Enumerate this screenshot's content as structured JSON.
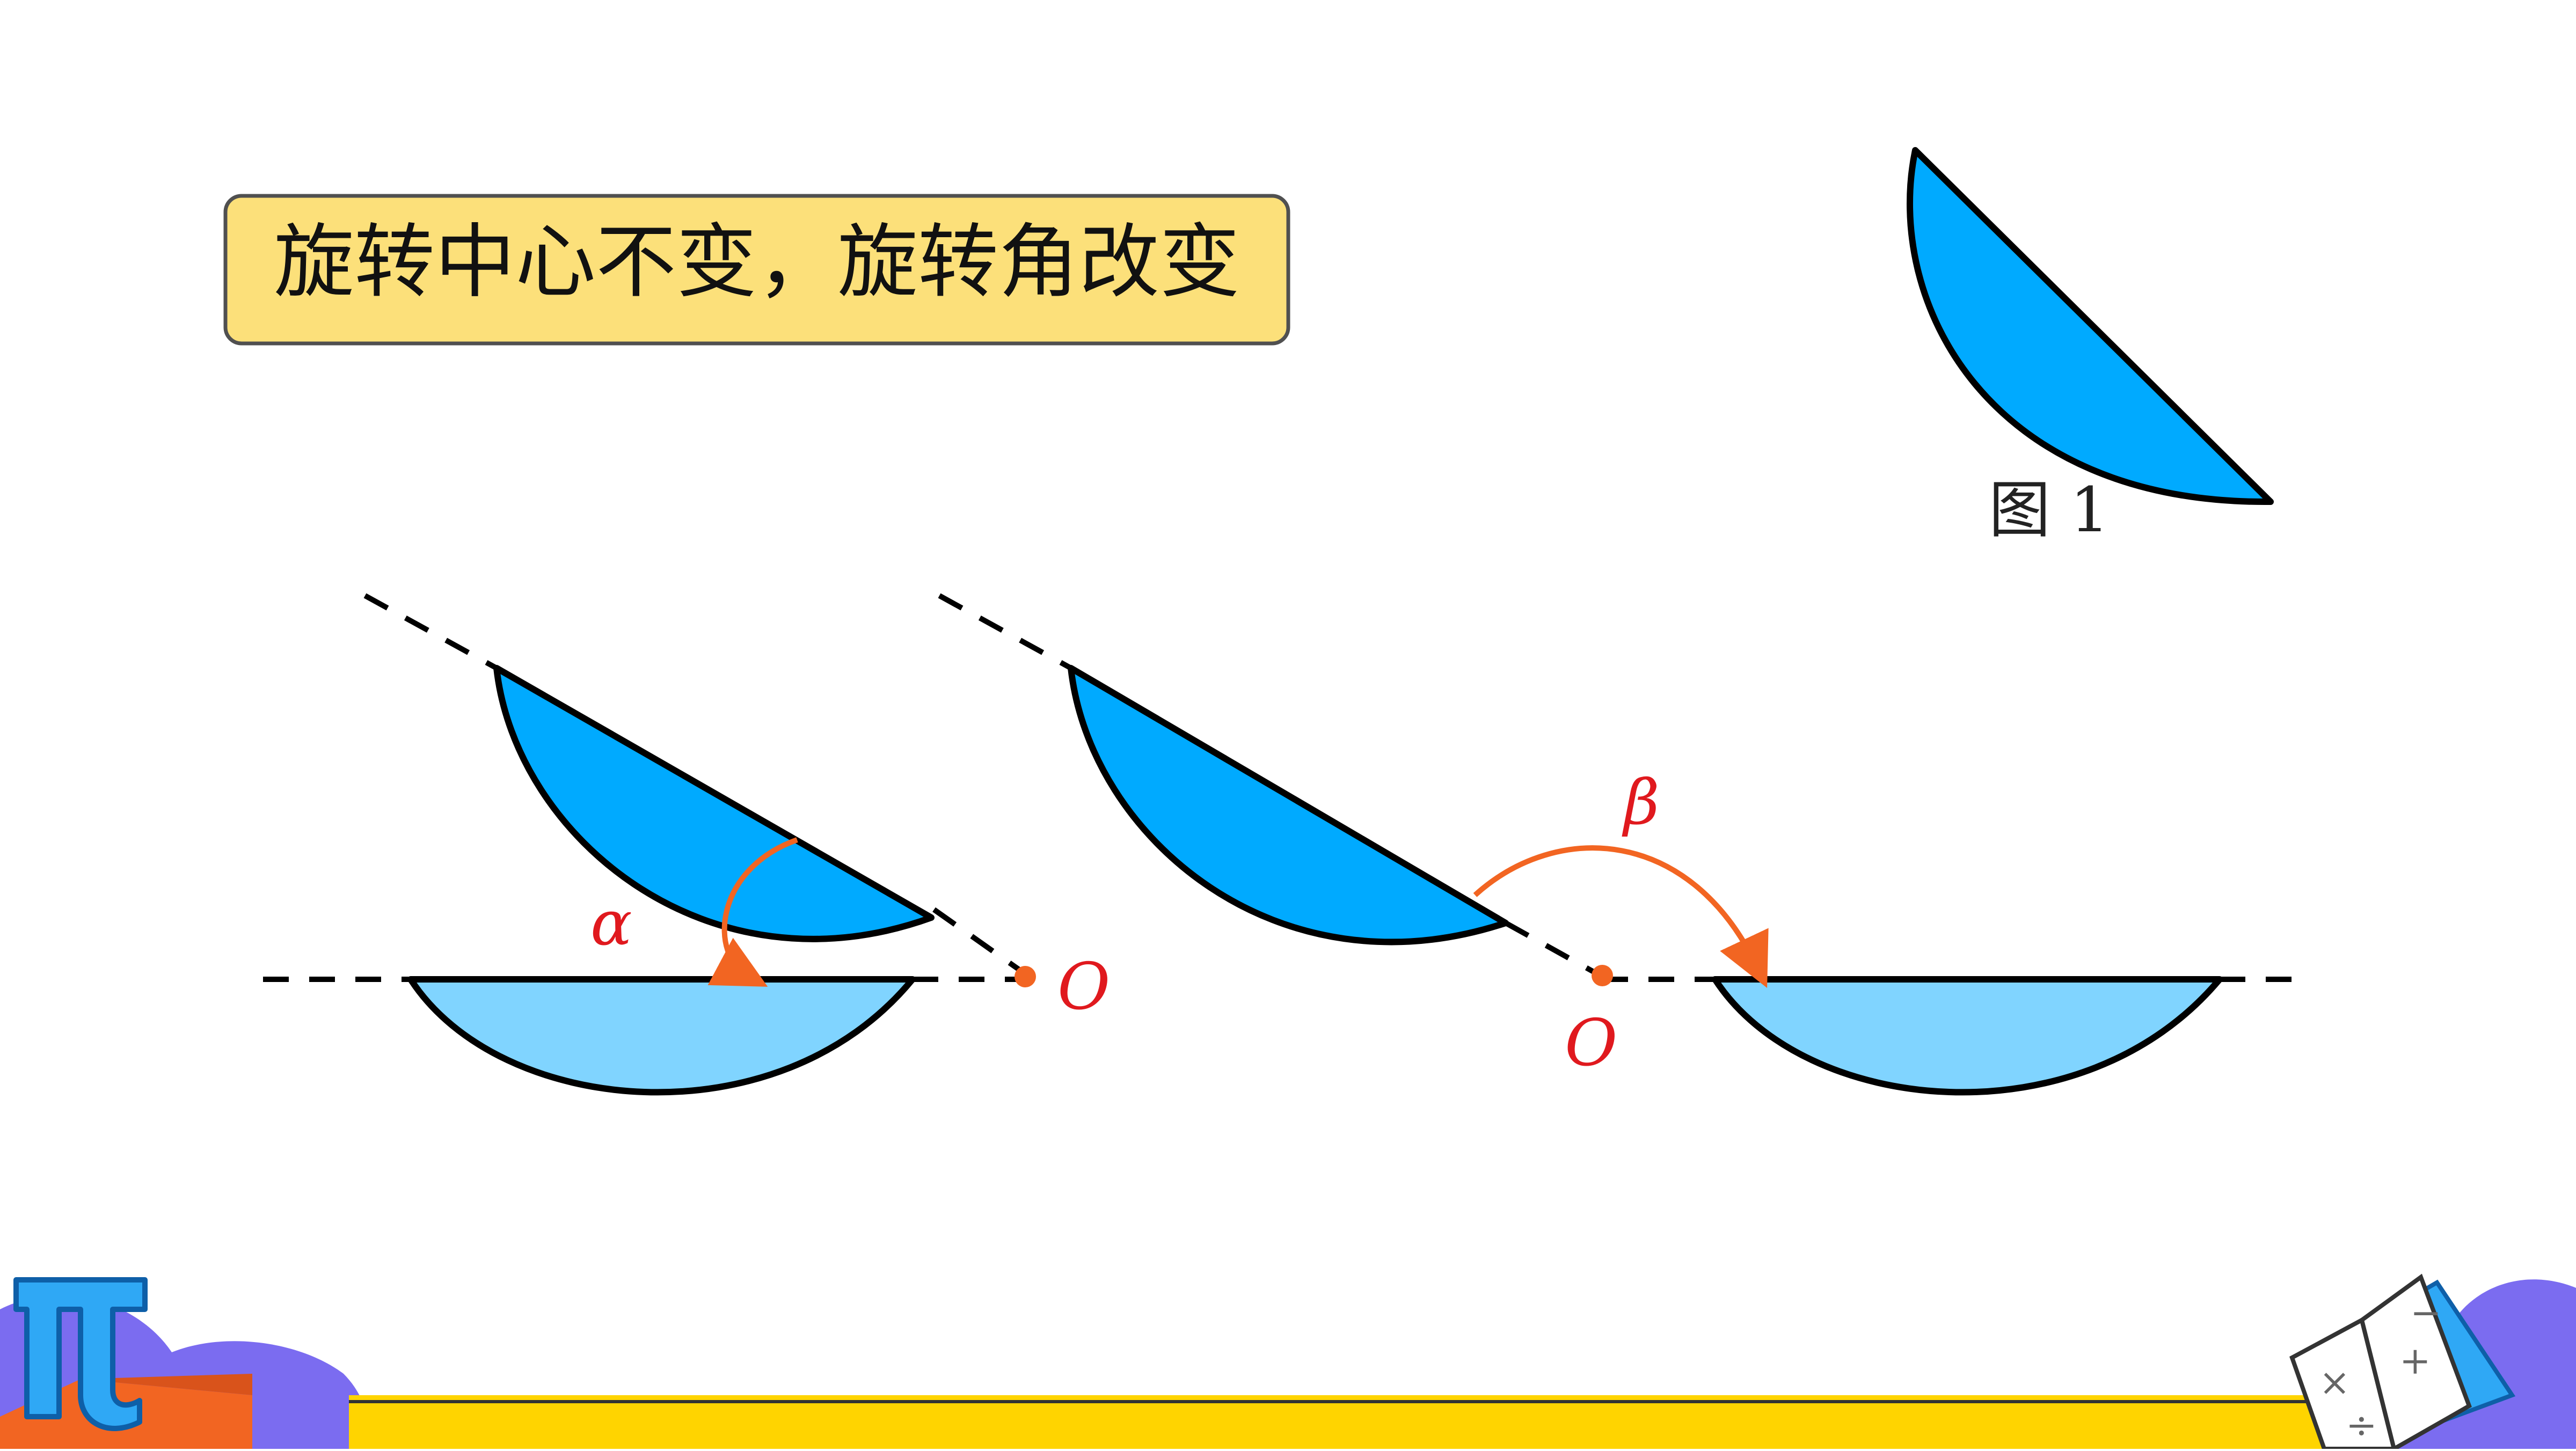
{
  "title": "旋转中心不变，旋转角改变",
  "figure_caption": "图 1",
  "left_diagram": {
    "angle_label": "α",
    "center_label": "O"
  },
  "right_diagram": {
    "angle_label": "β",
    "center_label": "O"
  },
  "colors": {
    "title_box_fill": "#FCE07A",
    "title_box_stroke": "#505050",
    "shape_dark": "#00AAFF",
    "shape_light": "#80D4FF",
    "arrow": "#F26522",
    "label_red": "#E0191E",
    "footer_yellow": "#FFD400",
    "footer_purple": "#7B6CF0"
  },
  "icons": [
    "pi-icon",
    "math-book-icon"
  ]
}
